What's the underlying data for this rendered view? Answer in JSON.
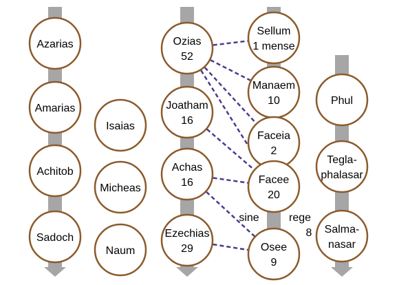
{
  "colors": {
    "background": "#ffffff",
    "node_border": "#8b5a2b",
    "node_fill": "#ffffff",
    "arrow": "#a6a6a6",
    "link": "#4b3a8c",
    "text": "#000000"
  },
  "columns": [
    {
      "id": "high-priests",
      "nodes": [
        {
          "id": "azarias",
          "lines": [
            "Azarias"
          ]
        },
        {
          "id": "amarias",
          "lines": [
            "Amarias"
          ]
        },
        {
          "id": "achitob",
          "lines": [
            "Achitob"
          ]
        },
        {
          "id": "sadoch",
          "lines": [
            "Sadoch"
          ]
        }
      ]
    },
    {
      "id": "prophets",
      "nodes": [
        {
          "id": "isaias",
          "lines": [
            "Isaias"
          ]
        },
        {
          "id": "micheas",
          "lines": [
            "Micheas"
          ]
        },
        {
          "id": "naum",
          "lines": [
            "Naum"
          ]
        }
      ]
    },
    {
      "id": "kings-of-judah",
      "nodes": [
        {
          "id": "ozias",
          "lines": [
            "Ozias",
            "52"
          ]
        },
        {
          "id": "joatham",
          "lines": [
            "Joatham",
            "16"
          ]
        },
        {
          "id": "achas",
          "lines": [
            "Achas",
            "16"
          ]
        },
        {
          "id": "ezechias",
          "lines": [
            "Ezechias",
            "29"
          ]
        }
      ]
    },
    {
      "id": "kings-of-israel",
      "nodes": [
        {
          "id": "sellum",
          "lines": [
            "Sellum",
            "1 mense"
          ]
        },
        {
          "id": "manaem",
          "lines": [
            "Manaem",
            "10"
          ]
        },
        {
          "id": "faceia",
          "lines": [
            "Faceia",
            "2"
          ]
        },
        {
          "id": "facee",
          "lines": [
            "Facee",
            "20"
          ]
        },
        {
          "id": "osee",
          "lines": [
            "Osee",
            "9"
          ]
        }
      ]
    },
    {
      "id": "assyrian-kings",
      "nodes": [
        {
          "id": "phul",
          "lines": [
            "Phul"
          ]
        },
        {
          "id": "teglaphalasar",
          "lines": [
            "Tegla-",
            "phalasar"
          ]
        },
        {
          "id": "salmanasar",
          "lines": [
            "Salma-",
            "nasar"
          ]
        }
      ]
    }
  ],
  "links": [
    {
      "from": "ozias",
      "to": "sellum"
    },
    {
      "from": "ozias",
      "to": "manaem"
    },
    {
      "from": "ozias",
      "to": "faceia"
    },
    {
      "from": "ozias",
      "to": "facee"
    },
    {
      "from": "joatham",
      "to": "facee"
    },
    {
      "from": "achas",
      "to": "facee"
    },
    {
      "from": "achas",
      "to": "osee"
    },
    {
      "from": "ezechias",
      "to": "osee"
    }
  ],
  "annotations": {
    "sine": "sine",
    "rege": "rege",
    "rege_years": "8"
  }
}
